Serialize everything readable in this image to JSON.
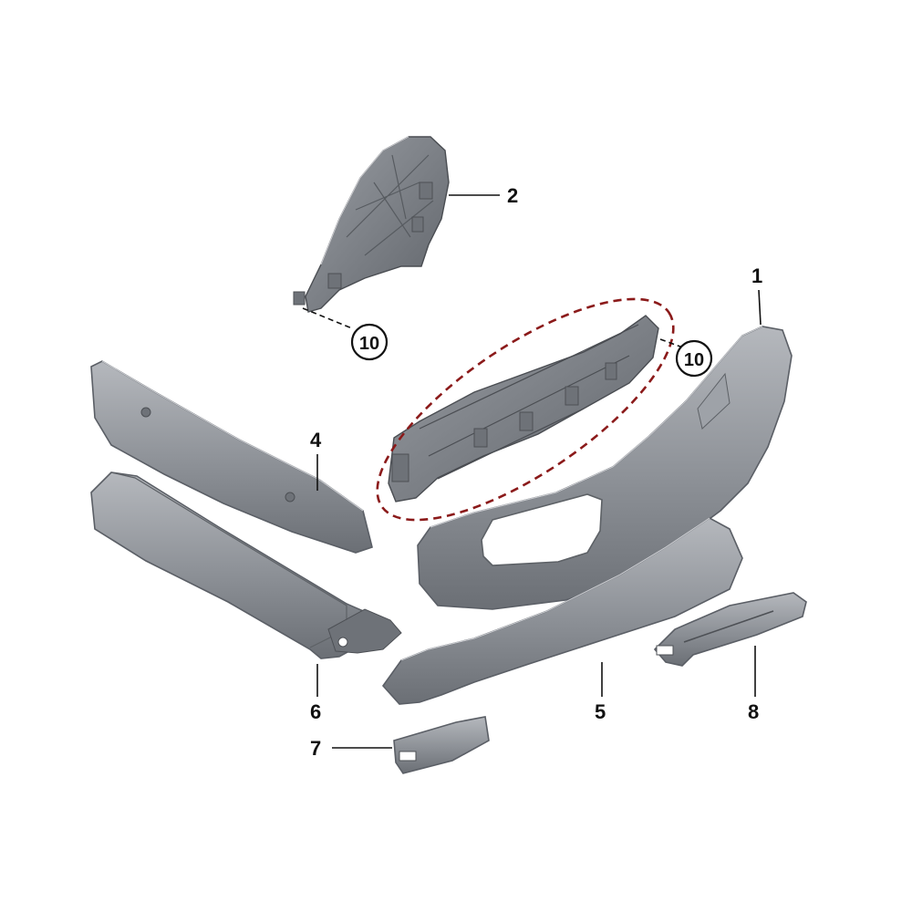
{
  "diagram": {
    "colors": {
      "part": "#8c9096",
      "part_light": "#b5b8bd",
      "part_dark": "#6b6f75",
      "highlight": "#8b1a1a",
      "label": "#111111",
      "background": "#ffffff"
    },
    "labels": {
      "p1": "1",
      "p2": "2",
      "p4": "4",
      "p5": "5",
      "p6": "6",
      "p7": "7",
      "p8": "8",
      "p10a": "10",
      "p10b": "10"
    }
  }
}
